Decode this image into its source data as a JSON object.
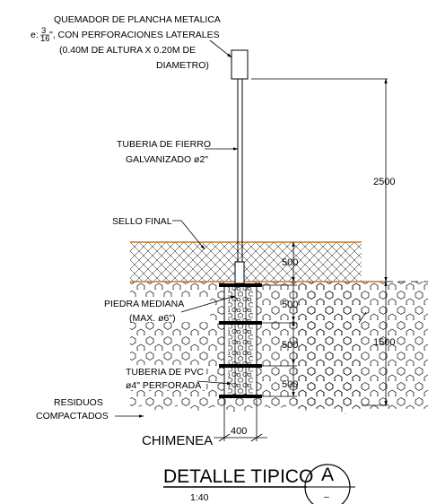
{
  "labels": {
    "quemador_1": "QUEMADOR DE PLANCHA METALICA",
    "quemador_2_prefix": "e:",
    "quemador_2_frac_num": "3",
    "quemador_2_frac_den": "16",
    "quemador_2_rest": "\", CON PERFORACIONES LATERALES",
    "quemador_3": "(0.40M DE ALTURA X 0.20M DE",
    "quemador_4": "DIAMETRO)",
    "tuberia_fierro_1": "TUBERIA DE FIERRO",
    "tuberia_fierro_2": "GALVANIZADO ø2\"",
    "sello_final": "SELLO FINAL",
    "piedra_1": "PIEDRA MEDIANA",
    "piedra_2": "(MAX. ø6\")",
    "tuberia_pvc_1": "TUBERIA DE PVC",
    "tuberia_pvc_2": "ø4\" PERFORADA",
    "residuos_1": "RESIDUOS",
    "residuos_2": "COMPACTADOS",
    "chimenea": "CHIMENEA"
  },
  "dimensions": {
    "d2500": "2500",
    "d1500": "1500",
    "d500_top": "500",
    "d500_a": "500",
    "d500_b": "500",
    "d500_c": "500",
    "d400": "400"
  },
  "title_block": {
    "title": "DETALLE TIPICO",
    "scale": "1:40",
    "detail_letter": "A",
    "sheet_ref": "–"
  },
  "colors": {
    "seal_line": "#c8782a",
    "ink": "#000000"
  }
}
